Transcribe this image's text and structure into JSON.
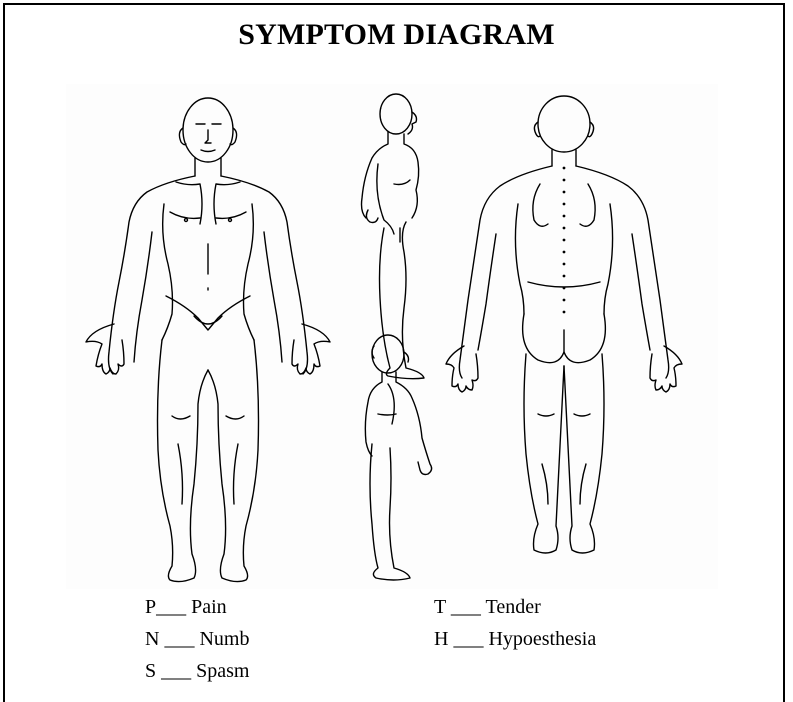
{
  "title": "SYMPTOM DIAGRAM",
  "figure": {
    "views": [
      "front-view",
      "side-view-right",
      "side-view-left",
      "back-view"
    ]
  },
  "legend": {
    "pain": "P___ Pain",
    "numb": "N ___ Numb",
    "spasm": "S ___ Spasm",
    "tender": "T ___ Tender",
    "hypoesthesia": "H ___ Hypoesthesia"
  }
}
